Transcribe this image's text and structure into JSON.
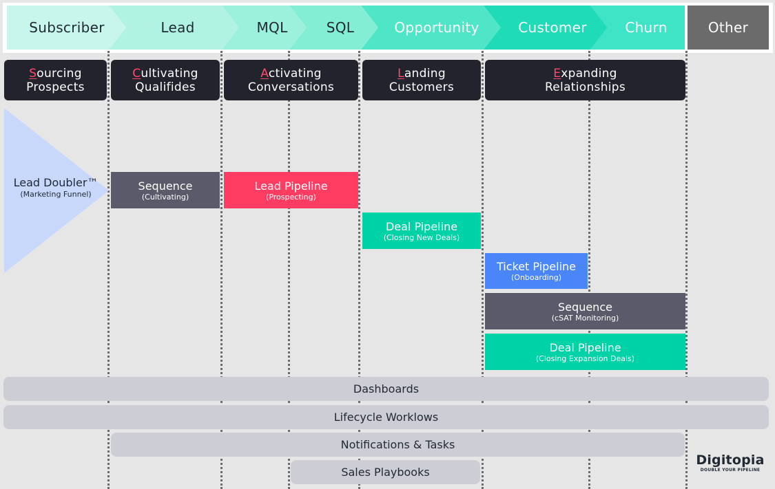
{
  "stages": [
    {
      "label": "Subscriber",
      "color": "#c7f6ea"
    },
    {
      "label": "Lead",
      "color": "#b1f3e3"
    },
    {
      "label": "MQL",
      "color": "#9cf1dc"
    },
    {
      "label": "SQL",
      "color": "#84eed4"
    },
    {
      "label": "Opportunity",
      "color": "#4fe5c7"
    },
    {
      "label": "Customer",
      "color": "#1fdbb7"
    },
    {
      "label": "Churn",
      "color": "#3fe3c6"
    },
    {
      "label": "Other",
      "color": "#6b6b6b"
    }
  ],
  "phases": [
    {
      "first": "S",
      "line1_rest": "ourcing",
      "line2": "Prospects"
    },
    {
      "first": "C",
      "line1_rest": "ultivating",
      "line2": "Qualifides"
    },
    {
      "first": "A",
      "line1_rest": "ctivating",
      "line2": "Conversations"
    },
    {
      "first": "L",
      "line1_rest": "anding",
      "line2": "Customers"
    },
    {
      "first": "E",
      "line1_rest": "xpanding",
      "line2": "Relationships"
    }
  ],
  "funnel": {
    "title": "Lead Doubler™",
    "subtitle": "(Marketing Funnel)",
    "color": "#c8d8fa"
  },
  "blocks": [
    {
      "title": "Sequence",
      "subtitle": "(Cultivating)",
      "color": "#5b5a6a"
    },
    {
      "title": "Lead Pipeline",
      "subtitle": "(Prospecting)",
      "color": "#ff3d63"
    },
    {
      "title": "Deal Pipeline",
      "subtitle": "(Closing New Deals)",
      "color": "#00d2a8"
    },
    {
      "title": "Ticket Pipeline",
      "subtitle": "(Onboarding)",
      "color": "#4a86f7"
    },
    {
      "title": "Sequence",
      "subtitle": "(cSAT Monitoring)",
      "color": "#5b5a6a"
    },
    {
      "title": "Deal Pipeline",
      "subtitle": "(Closing Expansion Deals)",
      "color": "#00d2a8"
    }
  ],
  "bars": [
    {
      "label": "Dashboards"
    },
    {
      "label": "Lifecycle Worklows"
    },
    {
      "label": "Notifications & Tasks"
    },
    {
      "label": "Sales Playbooks"
    }
  ],
  "logo": {
    "name": "Digitopia",
    "tagline": "DOUBLE YOUR PIPELINE"
  },
  "colors": {
    "phase_bg": "#22232d",
    "accent_letter": "#ff4a6a",
    "bar_bg": "#cdcdd6",
    "background": "#e6e6e6"
  }
}
